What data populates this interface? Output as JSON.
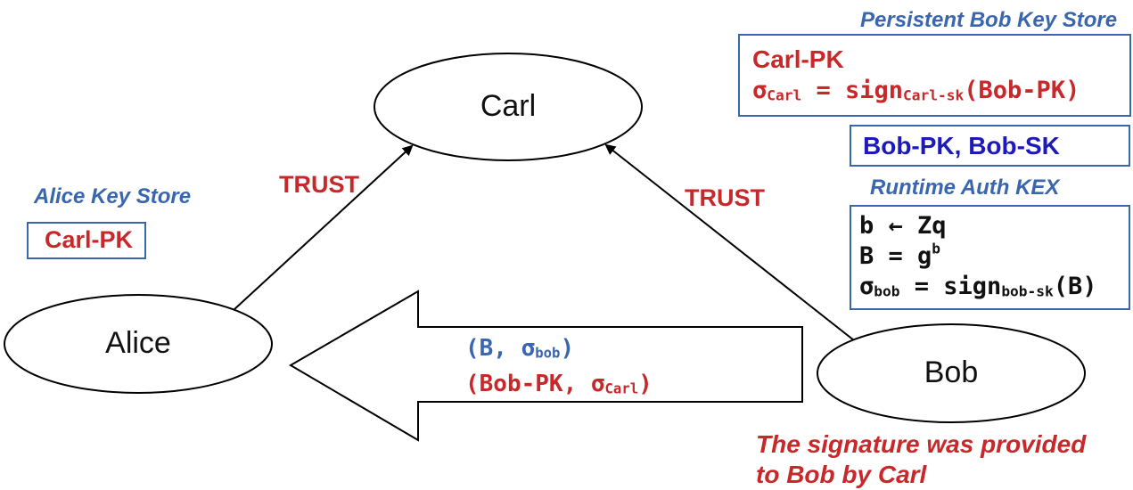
{
  "nodes": {
    "carl": "Carl",
    "alice": "Alice",
    "bob": "Bob"
  },
  "edges": {
    "alice_carl_label": "TRUST",
    "bob_carl_label": "TRUST"
  },
  "alice_store": {
    "title": "Alice Key Store",
    "item": "Carl-PK"
  },
  "bob_persistent_store": {
    "title": "Persistent Bob Key Store",
    "line1": "Carl-PK",
    "sigma": "σ",
    "sigma_sub": "Carl",
    "eq_sign": " = sign",
    "sign_sub": "Carl-sk",
    "sign_arg": "(Bob-PK)"
  },
  "bob_keys": {
    "text": "Bob-PK, Bob-SK"
  },
  "runtime_kex": {
    "title": "Runtime Auth KEX",
    "line1": "b ← Zq",
    "line2_base": "B = g",
    "line2_sup": "b",
    "line3_sigma": "σ",
    "line3_sigma_sub": "bob",
    "line3_eq": " = sign",
    "line3_sign_sub": "bob-sk",
    "line3_arg": "(B)"
  },
  "message": {
    "line1_open": "(B, σ",
    "line1_sub": "bob",
    "line1_close": ")",
    "line2_open": "(Bob-PK, σ",
    "line2_sub": "Carl",
    "line2_close": ")"
  },
  "note": {
    "line1": "The signature was provided",
    "line2": "to Bob by Carl"
  },
  "colors": {
    "red": "#c8282a",
    "title_blue": "#3a66b0",
    "key_blue": "#1d1ab8"
  }
}
